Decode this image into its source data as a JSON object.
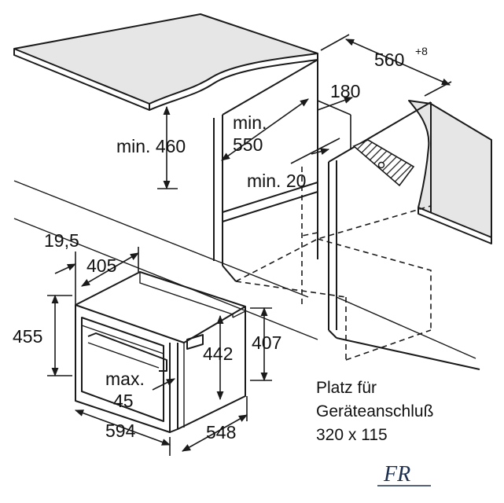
{
  "dimensions": {
    "niche_width": "560",
    "niche_width_tolerance": "+8",
    "connection_offset": "180",
    "min_height_above": "min. 460",
    "min_depth_line1": "min.",
    "min_depth_line2": "550",
    "min_gap": "min. 20",
    "front_offset": "19,5",
    "inner_depth": "405",
    "device_height": "455",
    "inner_height": "442",
    "body_height": "407",
    "max_label_line1": "max.",
    "max_label_line2": "45",
    "device_width": "594",
    "device_depth": "548"
  },
  "note": {
    "line1": "Platz für",
    "line2": "Geräteanschluß",
    "line3": "320 x 115"
  },
  "logo": {
    "text": "FR"
  },
  "colors": {
    "line": "#1a1a1a",
    "surface": "#e6e6e6",
    "logo": "#1c2f4f"
  }
}
